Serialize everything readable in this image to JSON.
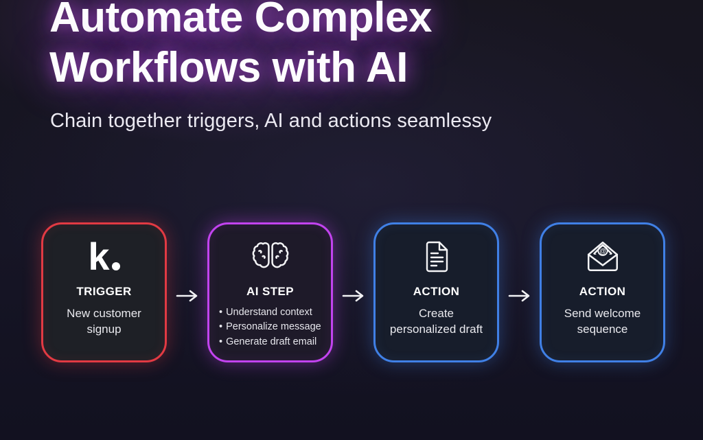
{
  "header": {
    "title_line1": "Automate Complex",
    "title_line2": "Workflows with AI",
    "subtitle": "Chain together triggers, AI and actions seamlessy"
  },
  "flow": {
    "bullet_glyph": "•",
    "arrow_glyph": "→",
    "cards": [
      {
        "id": "trigger",
        "icon": "klaviyo-k-logo",
        "logo_text": "k",
        "type_label": "TRIGGER",
        "description": "New customer signup",
        "border_color": "#e23a43"
      },
      {
        "id": "ai-step",
        "icon": "brain-icon",
        "type_label": "AI STEP",
        "bullets": [
          "Understand context",
          "Personalize message",
          "Generate draft email"
        ],
        "border_color": "#c243ef"
      },
      {
        "id": "action-create-draft",
        "icon": "document-icon",
        "type_label": "ACTION",
        "description": "Create personalized draft",
        "border_color": "#4080e6"
      },
      {
        "id": "action-send-sequence",
        "icon": "open-envelope-at-icon",
        "type_label": "ACTION",
        "description": "Send welcome sequence",
        "border_color": "#4a86e8"
      }
    ]
  },
  "colors": {
    "background": "#151420",
    "title_glow": "#c256ec",
    "text_primary": "#ffffff",
    "text_secondary": "#e9e9ee"
  }
}
